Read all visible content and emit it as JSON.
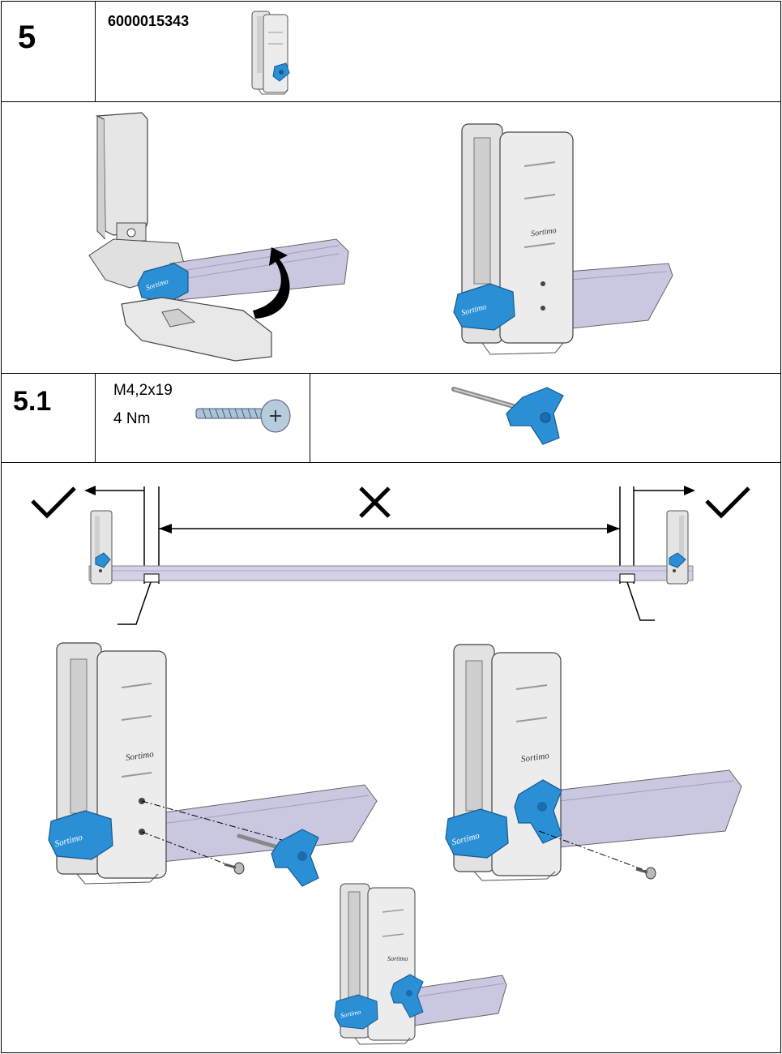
{
  "step5": {
    "number": "5",
    "part_number": "6000015343"
  },
  "step51": {
    "number": "5.1",
    "screw_size": "M4,2x19",
    "torque": "4 Nm"
  },
  "brand_label": "Sortimo",
  "colors": {
    "knob_blue": "#2b8fd6",
    "bracket_grey": "#e4e4e4",
    "rail_lavender": "#c9c8e0",
    "line": "#000000"
  },
  "icons": [
    "check-icon",
    "cross-icon",
    "curved-arrow-icon"
  ]
}
